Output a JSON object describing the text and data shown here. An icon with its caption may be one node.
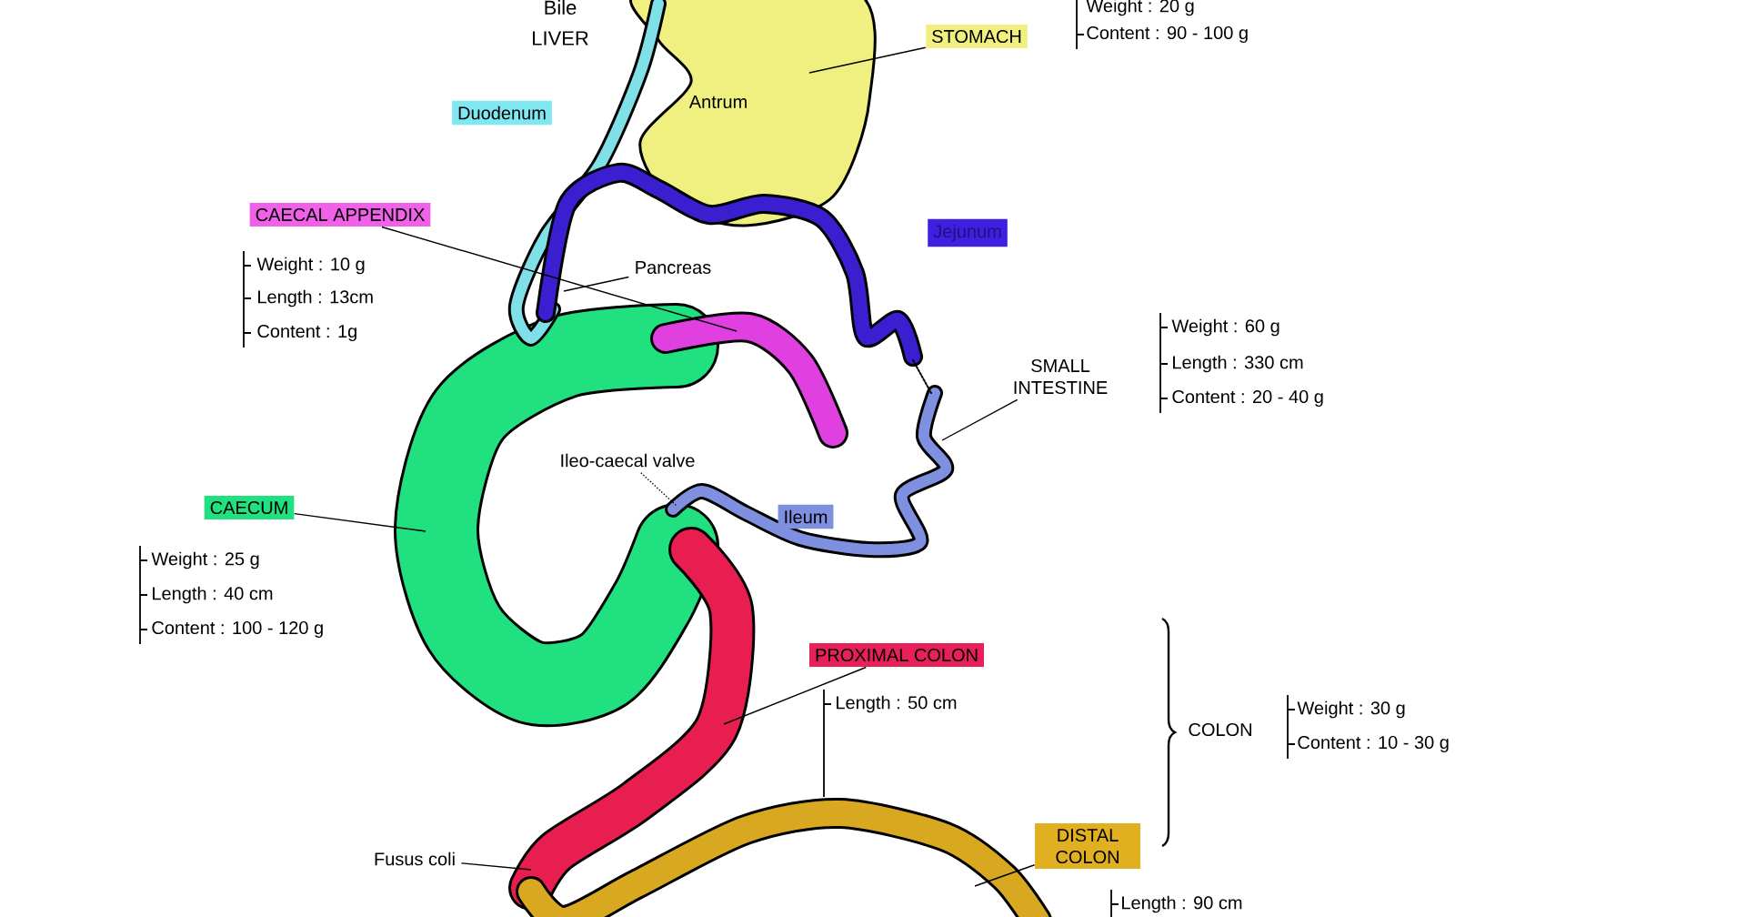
{
  "diagram": {
    "nodes": [
      {
        "text": [
          "STOMACH"
        ]
      },
      {
        "text": [
          "Duodenum"
        ]
      },
      {
        "text": [
          "CAECAL APPENDIX"
        ]
      },
      {
        "text": [
          "Pancreas"
        ]
      },
      {
        "text": [
          "Jejunum"
        ]
      },
      {
        "text": [
          "SMALL INTESTINE"
        ]
      },
      {
        "text": [
          "Ileo-caecal valve"
        ]
      },
      {
        "text": [
          "CAECUM"
        ]
      },
      {
        "text": [
          "Ileum"
        ]
      },
      {
        "text": [
          "PROXIMAL COLON"
        ]
      },
      {
        "text": [
          "DISTAL COLON"
        ]
      },
      {
        "text": [
          "Fusus coli"
        ]
      }
    ],
    "edges": [
      {
        "from": 0,
        "to": null,
        "arrow": "none"
      },
      {
        "from": 2,
        "to": null,
        "arrow": "none"
      },
      {
        "from": 3,
        "to": null,
        "arrow": "none"
      },
      {
        "from": 5,
        "to": null,
        "arrow": "none"
      },
      {
        "from": 6,
        "to": null,
        "arrow": "none",
        "style": "dashed"
      },
      {
        "from": 7,
        "to": null,
        "arrow": "none"
      },
      {
        "from": 9,
        "to": null,
        "arrow": "none"
      },
      {
        "from": 10,
        "to": null,
        "arrow": "none"
      },
      {
        "from": 11,
        "to": null,
        "arrow": "none"
      }
    ],
    "labels": [
      "Bile",
      "LIVER",
      "Weight : 20 g",
      "Content : 90 - 100 g",
      "Antrum",
      "Weight : 10 g",
      "Length : 13cm",
      "Content : 1g",
      "Weight : 60 g",
      "Length : 330 cm",
      "Content : 20 - 40 g",
      "Weight : 25 g",
      "Length : 40 cm",
      "Content : 100 - 120 g",
      "Length : 50 cm",
      "COLON",
      "Weight : 30 g",
      "Content : 10 - 30 g",
      "Length : 90 cm"
    ]
  }
}
